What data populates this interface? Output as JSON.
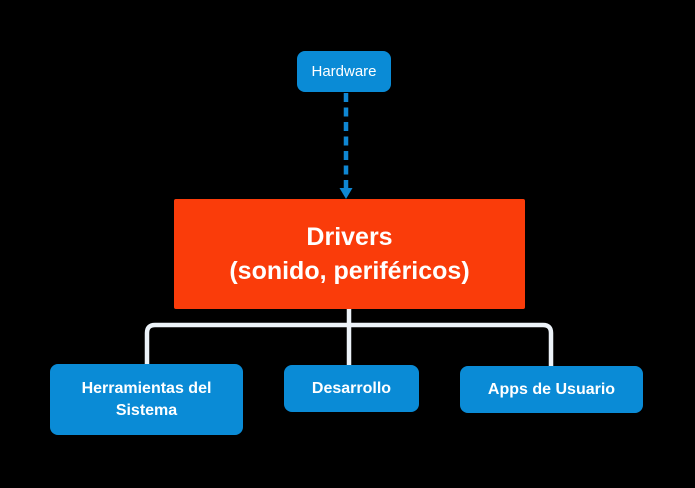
{
  "diagram": {
    "background_color": "#000000",
    "colors": {
      "node_blue": "#0a8bd6",
      "node_red": "#fa3c0a",
      "connector_white": "#edf3f9",
      "arrow_blue": "#0f87d3",
      "text": "#ffffff"
    },
    "nodes": {
      "hardware": {
        "label": "Hardware"
      },
      "drivers": {
        "label_line1": "Drivers",
        "label_line2": "(sonido, periféricos)"
      },
      "system_tools": {
        "label": "Herramientas del Sistema"
      },
      "development": {
        "label": "Desarrollo"
      },
      "user_apps": {
        "label": "Apps de Usuario"
      }
    },
    "edges": {
      "hardware_to_drivers": {
        "style": "dashed-arrow"
      },
      "drivers_to_children": {
        "style": "solid-tree"
      }
    }
  }
}
